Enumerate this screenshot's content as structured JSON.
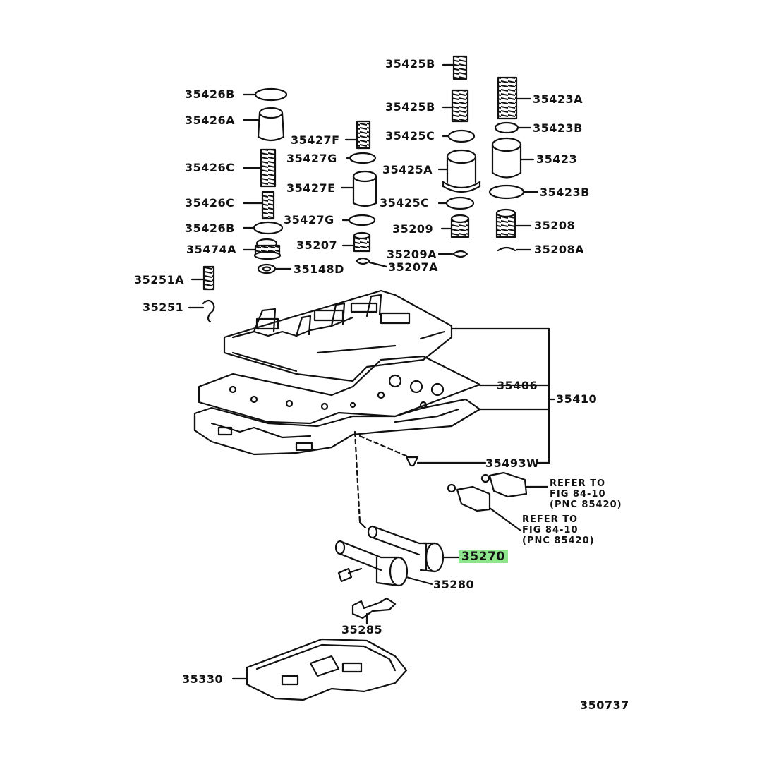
{
  "title": "",
  "figure_number": "350737",
  "highlight_color": "#8ee58e",
  "line_color": "#111111",
  "parts": {
    "p35425B_top": "35425B",
    "p35425B_mid": "35425B",
    "p35425C_top": "35425C",
    "p35425A": "35425A",
    "p35425C_bot": "35425C",
    "p35209": "35209",
    "p35209A": "35209A",
    "p35423A": "35423A",
    "p35423B_top": "35423B",
    "p35423": "35423",
    "p35423B_bot": "35423B",
    "p35208": "35208",
    "p35208A": "35208A",
    "p35426B_top": "35426B",
    "p35426A": "35426A",
    "p35426C_top": "35426C",
    "p35426C_bot": "35426C",
    "p35426B_bot": "35426B",
    "p35474A": "35474A",
    "p35427F": "35427F",
    "p35427G_top": "35427G",
    "p35427E": "35427E",
    "p35427G_bot": "35427G",
    "p35207": "35207",
    "p35207A": "35207A",
    "p35148D": "35148D",
    "p35251A": "35251A",
    "p35251": "35251",
    "p35406": "35406",
    "p35410": "35410",
    "p35493W": "35493W",
    "p35270": "35270",
    "p35280": "35280",
    "p35285": "35285",
    "p35330": "35330"
  },
  "refer_notes": [
    {
      "line1": "REFER TO",
      "line2": "FIG 84-10",
      "line3": "(PNC 85420)"
    },
    {
      "line1": "REFER TO",
      "line2": "FIG 84-10",
      "line3": "(PNC 85420)"
    }
  ]
}
